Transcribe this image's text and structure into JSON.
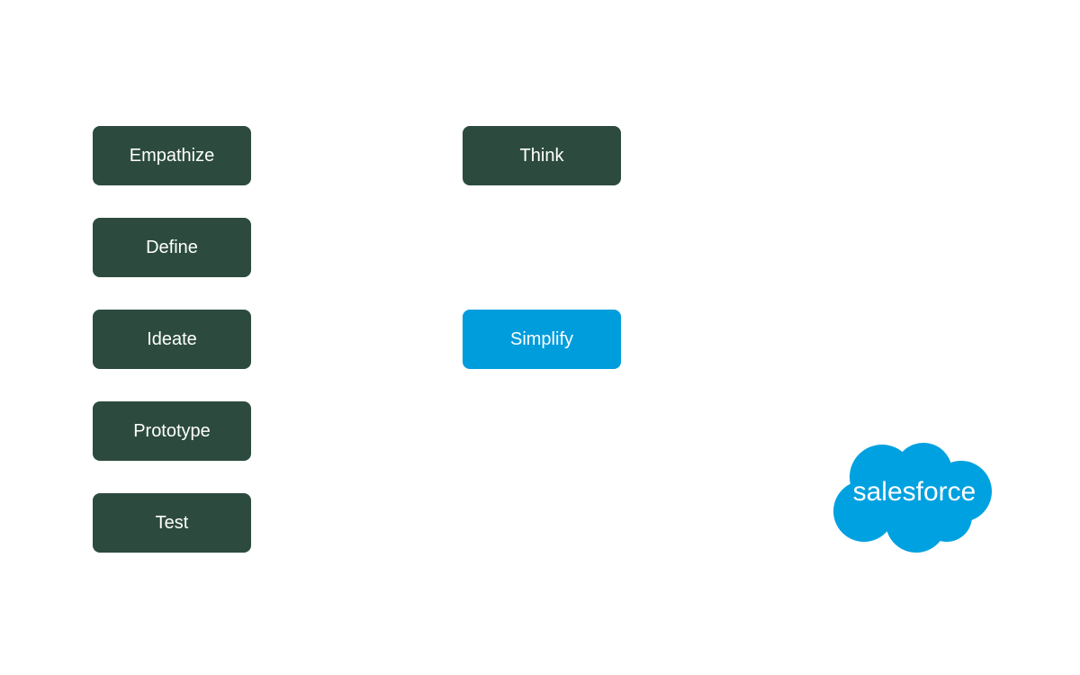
{
  "left_column": {
    "steps": [
      {
        "label": "Empathize"
      },
      {
        "label": "Define"
      },
      {
        "label": "Ideate"
      },
      {
        "label": "Prototype"
      },
      {
        "label": "Test"
      }
    ]
  },
  "middle_column": {
    "think": {
      "label": "Think"
    },
    "simplify": {
      "label": "Simplify"
    }
  },
  "logo": {
    "text": "salesforce",
    "color": "#00a1e0"
  },
  "colors": {
    "dark_box": "#2c4b3e",
    "accent_box": "#009ddc"
  }
}
